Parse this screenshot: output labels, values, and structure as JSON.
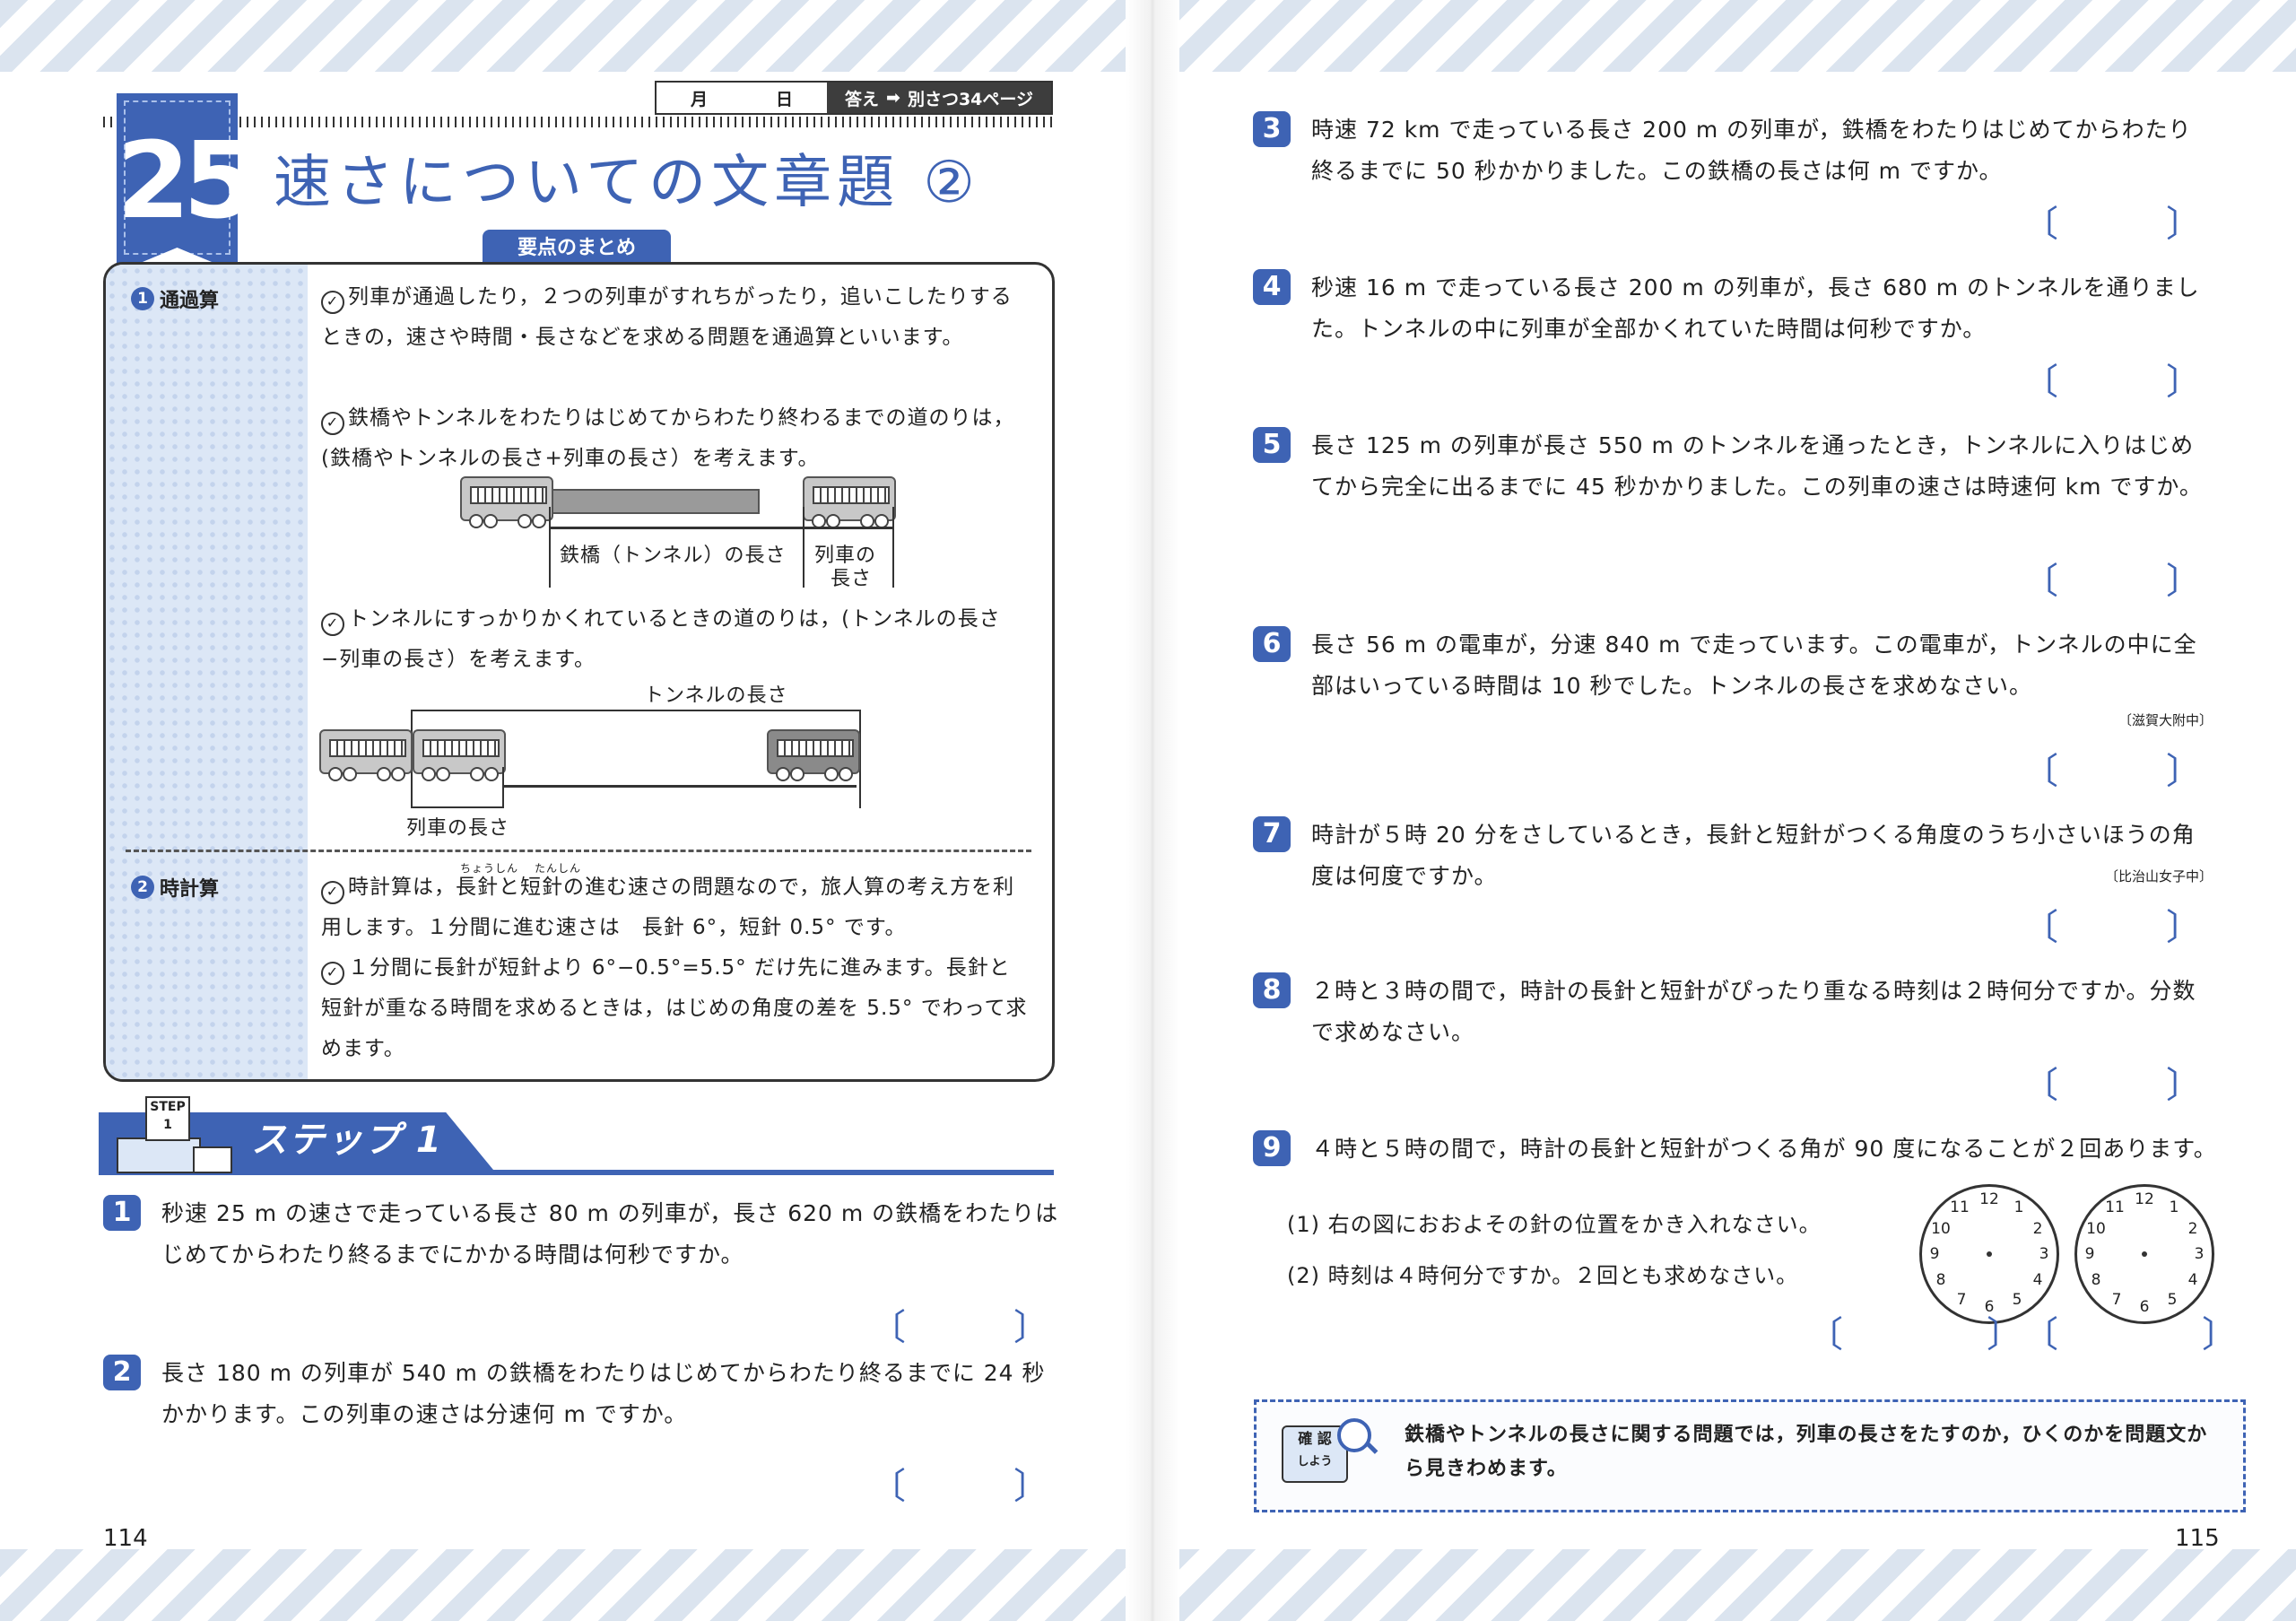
{
  "header": {
    "month": "月",
    "day": "日",
    "answer_label": "答え",
    "answer_arrow": "➡",
    "answer_ref": "別さつ34ページ",
    "chapter_number": "25",
    "title": "速さについての文章題 ②"
  },
  "summary": {
    "tab": "要点のまとめ",
    "sections": [
      {
        "num": "1",
        "heading": "通過算",
        "items": [
          "列車が通過したり，２つの列車がすれちがったり，追いこしたりするときの，速さや時間・長さなどを求める問題を通過算といいます。",
          "鉄橋やトンネルをわたりはじめてからわたり終わるまでの道のりは，(鉄橋やトンネルの長さ+列車の長さ）を考えます。",
          "トンネルにすっかりかくれているときの道のりは，(トンネルの長さ−列車の長さ）を考えます。"
        ],
        "diagram1": {
          "label_bridge": "鉄橋（トンネル）の長さ",
          "label_train_1": "列車の",
          "label_train_2": "長さ"
        },
        "diagram2": {
          "label_tunnel": "トンネルの長さ",
          "label_train": "列車の長さ"
        }
      },
      {
        "num": "2",
        "heading": "時計算",
        "items": [
          "時計算は，長針と短針の進む速さの問題なので，旅人算の考え方を利用します。１分間に進む速さは　長針 6°，短針 0.5° です。",
          "１分間に長針が短針より 6°−0.5°=5.5° だけ先に進みます。長針と短針が重なる時間を求めるときは，はじめの角度の差を 5.5° でわって求めます。"
        ],
        "ruby_long": "ちょうしん",
        "ruby_short": "たんしん"
      }
    ]
  },
  "step": {
    "flag": "STEP 1",
    "label": "ステップ 1"
  },
  "problems_left": [
    {
      "num": "1",
      "text": "秒速 25 m の速さで走っている長さ 80 m の列車が，長さ 620 m の鉄橋をわたりはじめてからわたり終るまでにかかる時間は何秒ですか。"
    },
    {
      "num": "2",
      "text": "長さ 180 m の列車が 540 m の鉄橋をわたりはじめてからわたり終るまでに 24 秒かかります。この列車の速さは分速何 m ですか。"
    }
  ],
  "problems_right": [
    {
      "num": "3",
      "text": "時速 72 km で走っている長さ 200 m の列車が，鉄橋をわたりはじめてからわたり終るまでに 50 秒かかりました。この鉄橋の長さは何 m ですか。",
      "source": ""
    },
    {
      "num": "4",
      "text": "秒速 16 m で走っている長さ 200 m の列車が，長さ 680 m のトンネルを通りました。トンネルの中に列車が全部かくれていた時間は何秒ですか。",
      "source": ""
    },
    {
      "num": "5",
      "text": "長さ 125 m の列車が長さ 550 m のトンネルを通ったとき，トンネルに入りはじめてから完全に出るまでに 45 秒かかりました。この列車の速さは時速何 km ですか。",
      "source": ""
    },
    {
      "num": "6",
      "text": "長さ 56 m の電車が，分速 840 m で走っています。この電車が，トンネルの中に全部はいっている時間は 10 秒でした。トンネルの長さを求めなさい。",
      "source": "〔滋賀大附中〕"
    },
    {
      "num": "7",
      "text": "時計が５時 20 分をさしているとき，長針と短針がつくる角度のうち小さいほうの角度は何度ですか。",
      "source": "〔比治山女子中〕"
    },
    {
      "num": "8",
      "text": "２時と３時の間で，時計の長針と短針がぴったり重なる時刻は２時何分ですか。分数で求めなさい。",
      "source": ""
    },
    {
      "num": "9",
      "text": "４時と５時の間で，時計の長針と短針がつくる角が 90 度になることが２回あります。",
      "source": "",
      "sub1": "(1)  右の図におおよその針の位置をかき入れなさい。",
      "sub2": "(2)  時刻は４時何分ですか。２回とも求めなさい。"
    }
  ],
  "bracket_left": "〔",
  "bracket_right": "〕",
  "confirm": {
    "badge_1": "確 認",
    "badge_2": "しよう",
    "text": "鉄橋やトンネルの長さに関する問題では，列車の長さをたすのか，ひくのかを問題文から見きわめます。"
  },
  "clock_numbers": [
    "12",
    "1",
    "2",
    "3",
    "4",
    "5",
    "6",
    "7",
    "8",
    "9",
    "10",
    "11"
  ],
  "page_numbers": {
    "left": "114",
    "right": "115"
  },
  "colors": {
    "accent": "#3e63b4",
    "panel": "#dce7f6"
  }
}
